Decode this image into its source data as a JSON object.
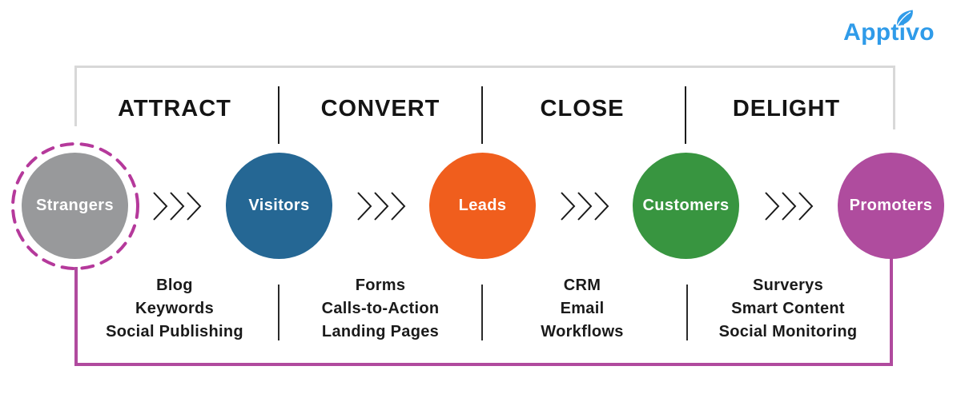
{
  "logo": {
    "text": "Apptivo"
  },
  "funnel": {
    "stages": [
      {
        "label": "ATTRACT",
        "tools": [
          "Blog",
          "Keywords",
          "Social Publishing"
        ]
      },
      {
        "label": "CONVERT",
        "tools": [
          "Forms",
          "Calls-to-Action",
          "Landing Pages"
        ]
      },
      {
        "label": "CLOSE",
        "tools": [
          "CRM",
          "Email",
          "Workflows"
        ]
      },
      {
        "label": "DELIGHT",
        "tools": [
          "Surverys",
          "Smart Content",
          "Social Monitoring"
        ]
      }
    ],
    "nodes": [
      {
        "label": "Strangers",
        "color": "#98999B"
      },
      {
        "label": "Visitors",
        "color": "#256794"
      },
      {
        "label": "Leads",
        "color": "#F05E1D"
      },
      {
        "label": "Customers",
        "color": "#389540"
      },
      {
        "label": "Promoters",
        "color": "#AF4C9E"
      }
    ],
    "icons": {
      "flow_arrow": "chevron-triple-right",
      "logo_leaf": "leaf"
    }
  },
  "colors": {
    "frame_gray": "#D8D8D8",
    "loop_magenta": "#B04A9E",
    "dashed_ring_magenta": "#B5399B",
    "logo_blue": "#2F9BE9",
    "divider_black": "#1c1c1c",
    "text_black": "#141414"
  }
}
